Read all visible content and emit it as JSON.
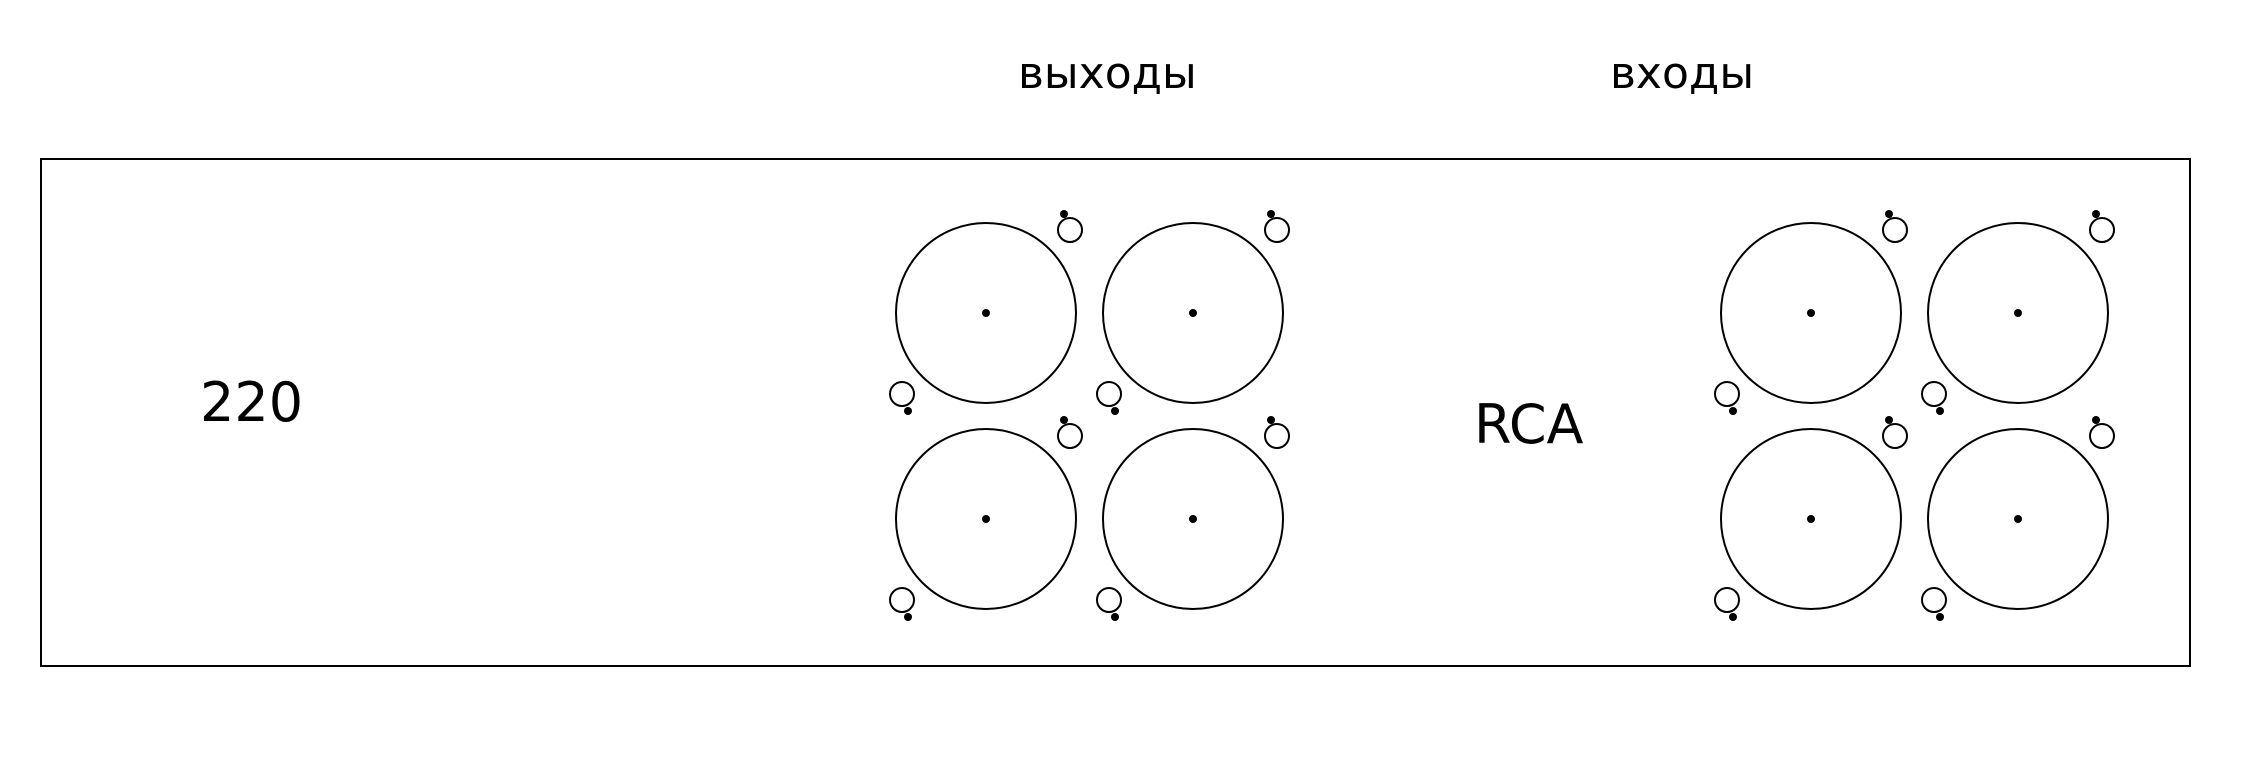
{
  "labels": {
    "outputs": "выходы",
    "inputs": "входы",
    "power": "220",
    "connector_type": "RCA"
  },
  "groups": [
    {
      "name": "outputs-group",
      "connectors": [
        "out-1",
        "out-2",
        "out-3",
        "out-4"
      ]
    },
    {
      "name": "inputs-group",
      "connectors": [
        "in-1",
        "in-2",
        "in-3",
        "in-4"
      ]
    }
  ],
  "colors": {
    "stroke": "#000000",
    "background": "#ffffff"
  }
}
